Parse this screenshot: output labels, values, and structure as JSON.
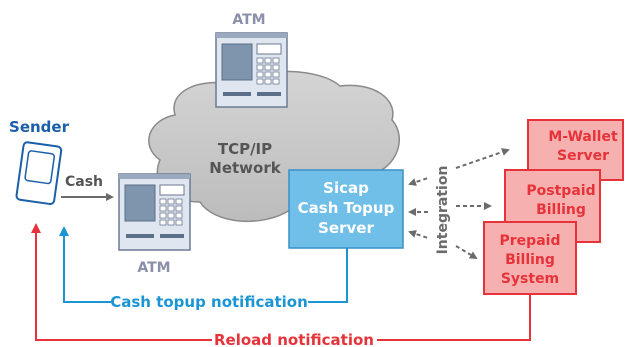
{
  "labels": {
    "atm_top": "ATM",
    "atm_bottom": "ATM",
    "sender": "Sender",
    "cash": "Cash",
    "network_line1": "TCP/IP",
    "network_line2": "Network",
    "server_line1": "Sicap",
    "server_line2": "Cash Topup",
    "server_line3": "Server",
    "integration": "Integration",
    "mwallet_line1": "M-Wallet",
    "mwallet_line2": "Server",
    "postpaid_line1": "Postpaid",
    "postpaid_line2": "Billing",
    "prepaid_line1": "Prepaid",
    "prepaid_line2": "Billing",
    "prepaid_line3": "System",
    "cash_topup_notification": "Cash topup notification",
    "reload_notification": "Reload notification"
  },
  "colors": {
    "blue_text": "#1a5fa8",
    "cyan_line": "#1b95d3",
    "red": "#e63339",
    "grey_line": "#6b6b6b",
    "atm_label": "#8a8faa",
    "cloud_fill": "#c6c6c6",
    "server_fill": "#6fbfe8",
    "billing_fill": "#f7b0b0"
  },
  "icons": {
    "sender": "card-icon",
    "atm": "atm-icon"
  }
}
